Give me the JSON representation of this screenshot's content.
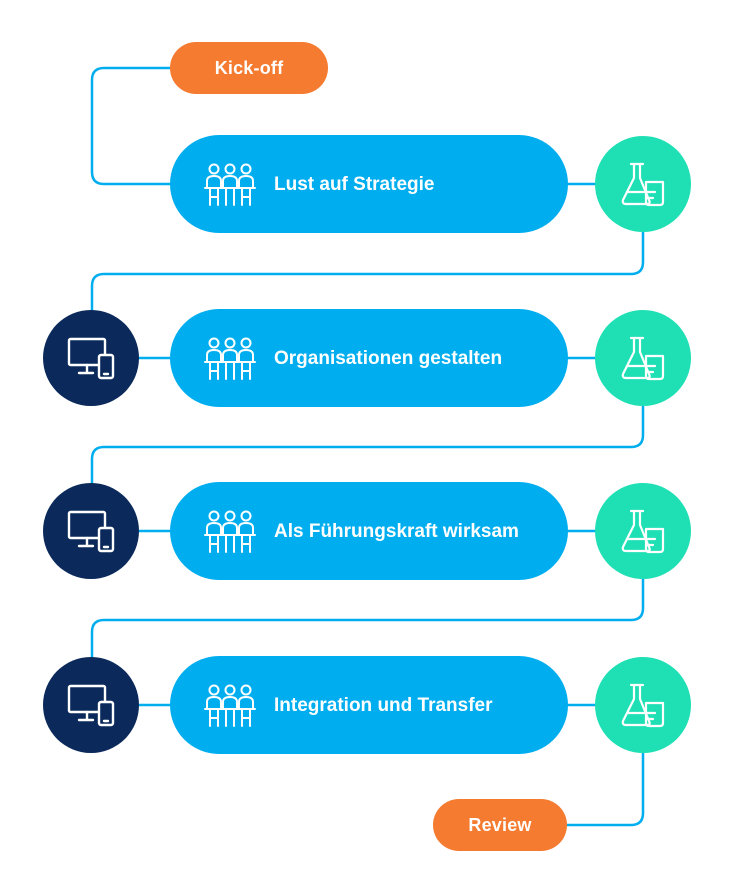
{
  "colors": {
    "module": "#00aeef",
    "lab": "#1fe0b4",
    "digital": "#0b2a5b",
    "milestone": "#f47b30",
    "connector": "#00aeef",
    "icon_stroke": "#ffffff"
  },
  "milestones": {
    "start_label": "Kick-off",
    "end_label": "Review"
  },
  "modules": [
    {
      "title": "Lust auf Strategie",
      "icon": "team-meeting-icon",
      "lab_icon": "lab-flask-icon",
      "digital_icon": ""
    },
    {
      "title": "Organisationen gestalten",
      "icon": "team-meeting-icon",
      "lab_icon": "lab-flask-icon",
      "digital_icon": "monitor-phone-icon"
    },
    {
      "title": "Als Führungskraft wirksam",
      "icon": "team-meeting-icon",
      "lab_icon": "lab-flask-icon",
      "digital_icon": "monitor-phone-icon"
    },
    {
      "title": "Integration und Transfer",
      "icon": "team-meeting-icon",
      "lab_icon": "lab-flask-icon",
      "digital_icon": "monitor-phone-icon"
    }
  ]
}
